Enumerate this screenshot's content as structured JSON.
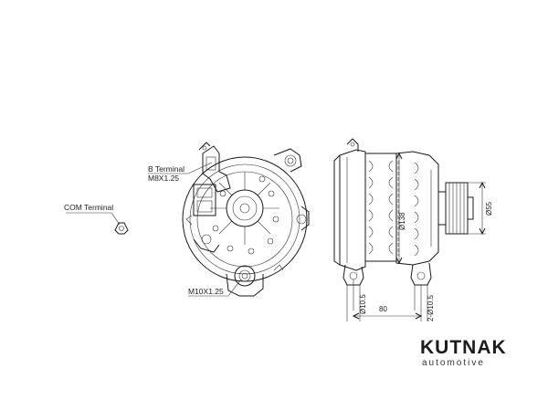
{
  "labels": {
    "b_terminal": "B Terminal",
    "b_terminal_thread": "M8X1.25",
    "com_terminal": "COM Terminal",
    "mount_thread": "M10X1.25"
  },
  "dimensions": {
    "body_diameter": "Ø138",
    "pulley_diameter": "Ø55",
    "ear_hole_left": "Ø10.5",
    "ear_hole_right": "2-Ø10.5",
    "length": "80"
  },
  "brand": {
    "name": "KUTNAK",
    "tagline": "automotive"
  }
}
